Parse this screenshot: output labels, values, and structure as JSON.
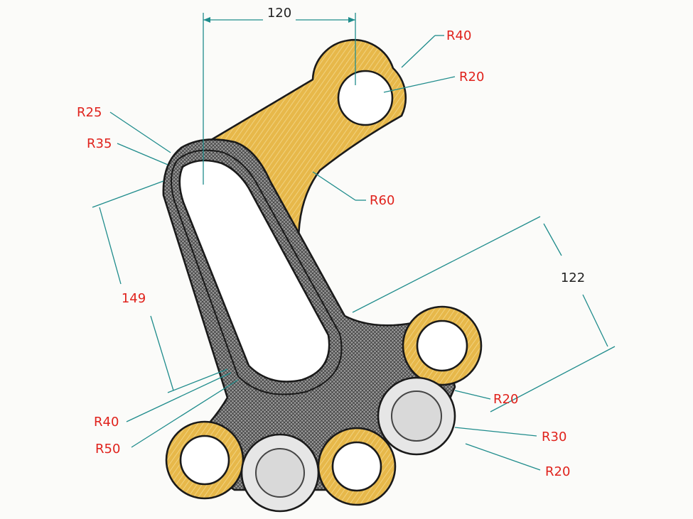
{
  "colors": {
    "gold": "#e7b84a",
    "mesh": "#8a8a8a",
    "hole": "#ffffff",
    "boss": "#e2e2e2",
    "outline": "#1a1a1a",
    "dimension_line": "#1f8c8c",
    "label_red": "#e0221c",
    "label_dark": "#222222"
  },
  "dimensions": {
    "top_width": "120",
    "slot_length": "149",
    "right_height": "122"
  },
  "radii": {
    "top_outer": "R40",
    "top_hole": "R20",
    "slot_outer": "R25",
    "slot_border": "R35",
    "fillet": "R60",
    "right_hole": "R20",
    "boss_outer": "R30",
    "boss_inner": "R20",
    "bottom_inner": "R40",
    "bottom_outer": "R50"
  }
}
